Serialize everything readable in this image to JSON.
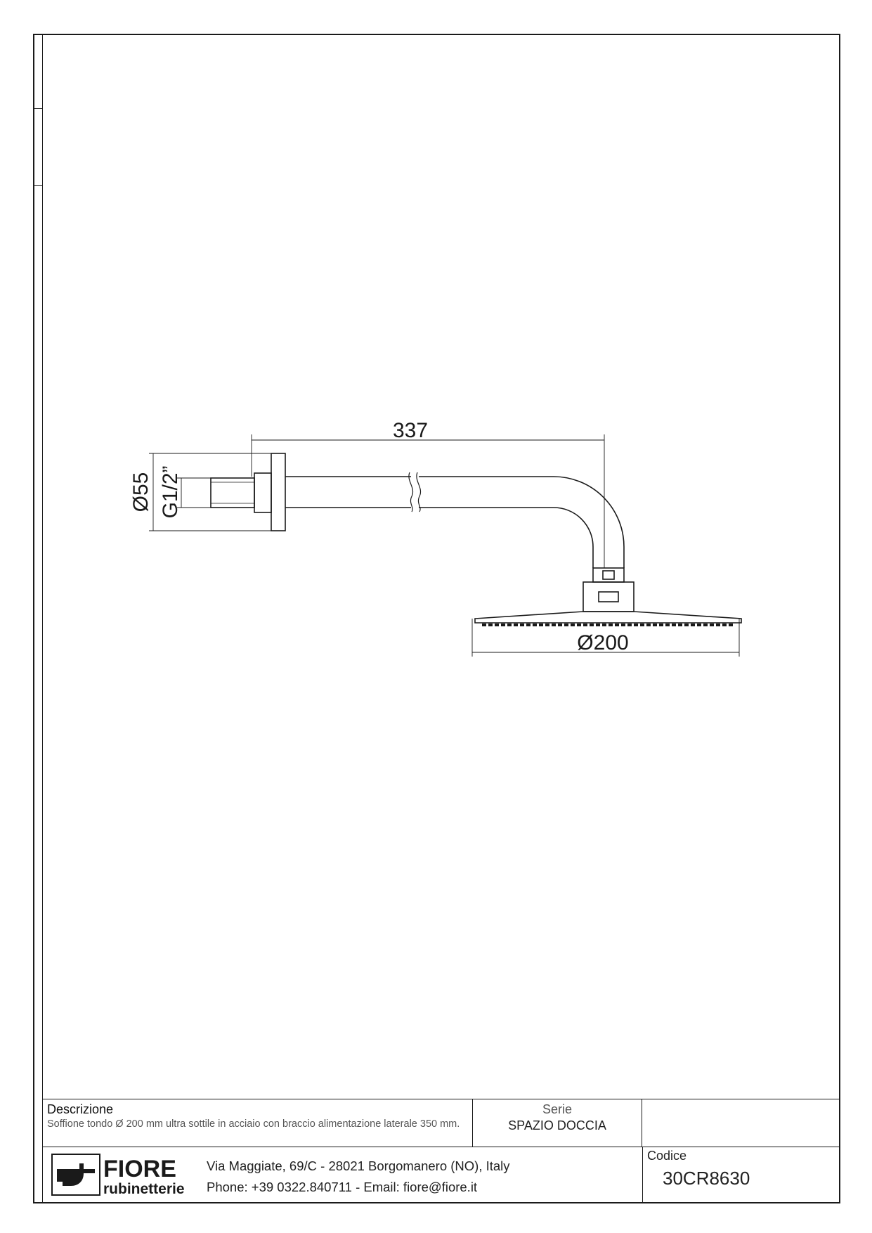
{
  "drawing": {
    "dim_length": "337",
    "dim_flange_diameter": "Ø55",
    "dim_thread": "G1/2”",
    "dim_head_diameter": "Ø200"
  },
  "title_block": {
    "description_label": "Descrizione",
    "description_text": "Soffione tondo Ø 200 mm ultra sottile in acciaio con braccio alimentazione laterale 350 mm.",
    "series_label": "Serie",
    "series_value": "SPAZIO DOCCIA",
    "code_label": "Codice",
    "code_value": "30CR8630",
    "address_line1": "Via Maggiate, 69/C - 28021 Borgomanero (NO), Italy",
    "address_line2": "Phone: +39 0322.840711 - Email: fiore@fiore.it"
  },
  "logo": {
    "brand": "FIORE",
    "sub": "rubinetterie"
  },
  "colors": {
    "ink": "#1a1a1a",
    "paper": "#ffffff"
  }
}
